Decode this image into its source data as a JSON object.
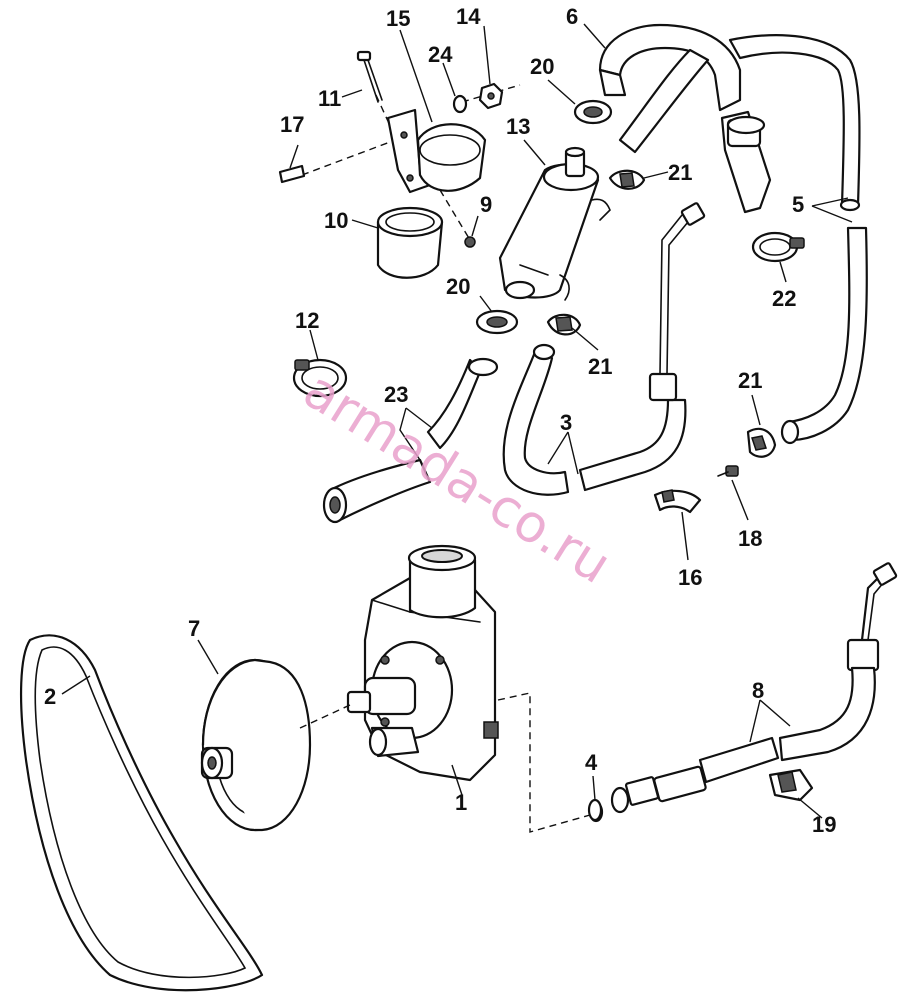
{
  "diagram": {
    "watermark": "armada-co.ru",
    "callouts": {
      "c1": "1",
      "c2": "2",
      "c3": "3",
      "c4": "4",
      "c5": "5",
      "c6": "6",
      "c7": "7",
      "c8": "8",
      "c9": "9",
      "c10": "10",
      "c11": "11",
      "c12": "12",
      "c13": "13",
      "c14": "14",
      "c15": "15",
      "c16": "16",
      "c17": "17",
      "c18": "18",
      "c19": "19",
      "c20a": "20",
      "c20b": "20",
      "c21a": "21",
      "c21b": "21",
      "c21c": "21",
      "c22": "22",
      "c23": "23",
      "c24": "24"
    }
  }
}
